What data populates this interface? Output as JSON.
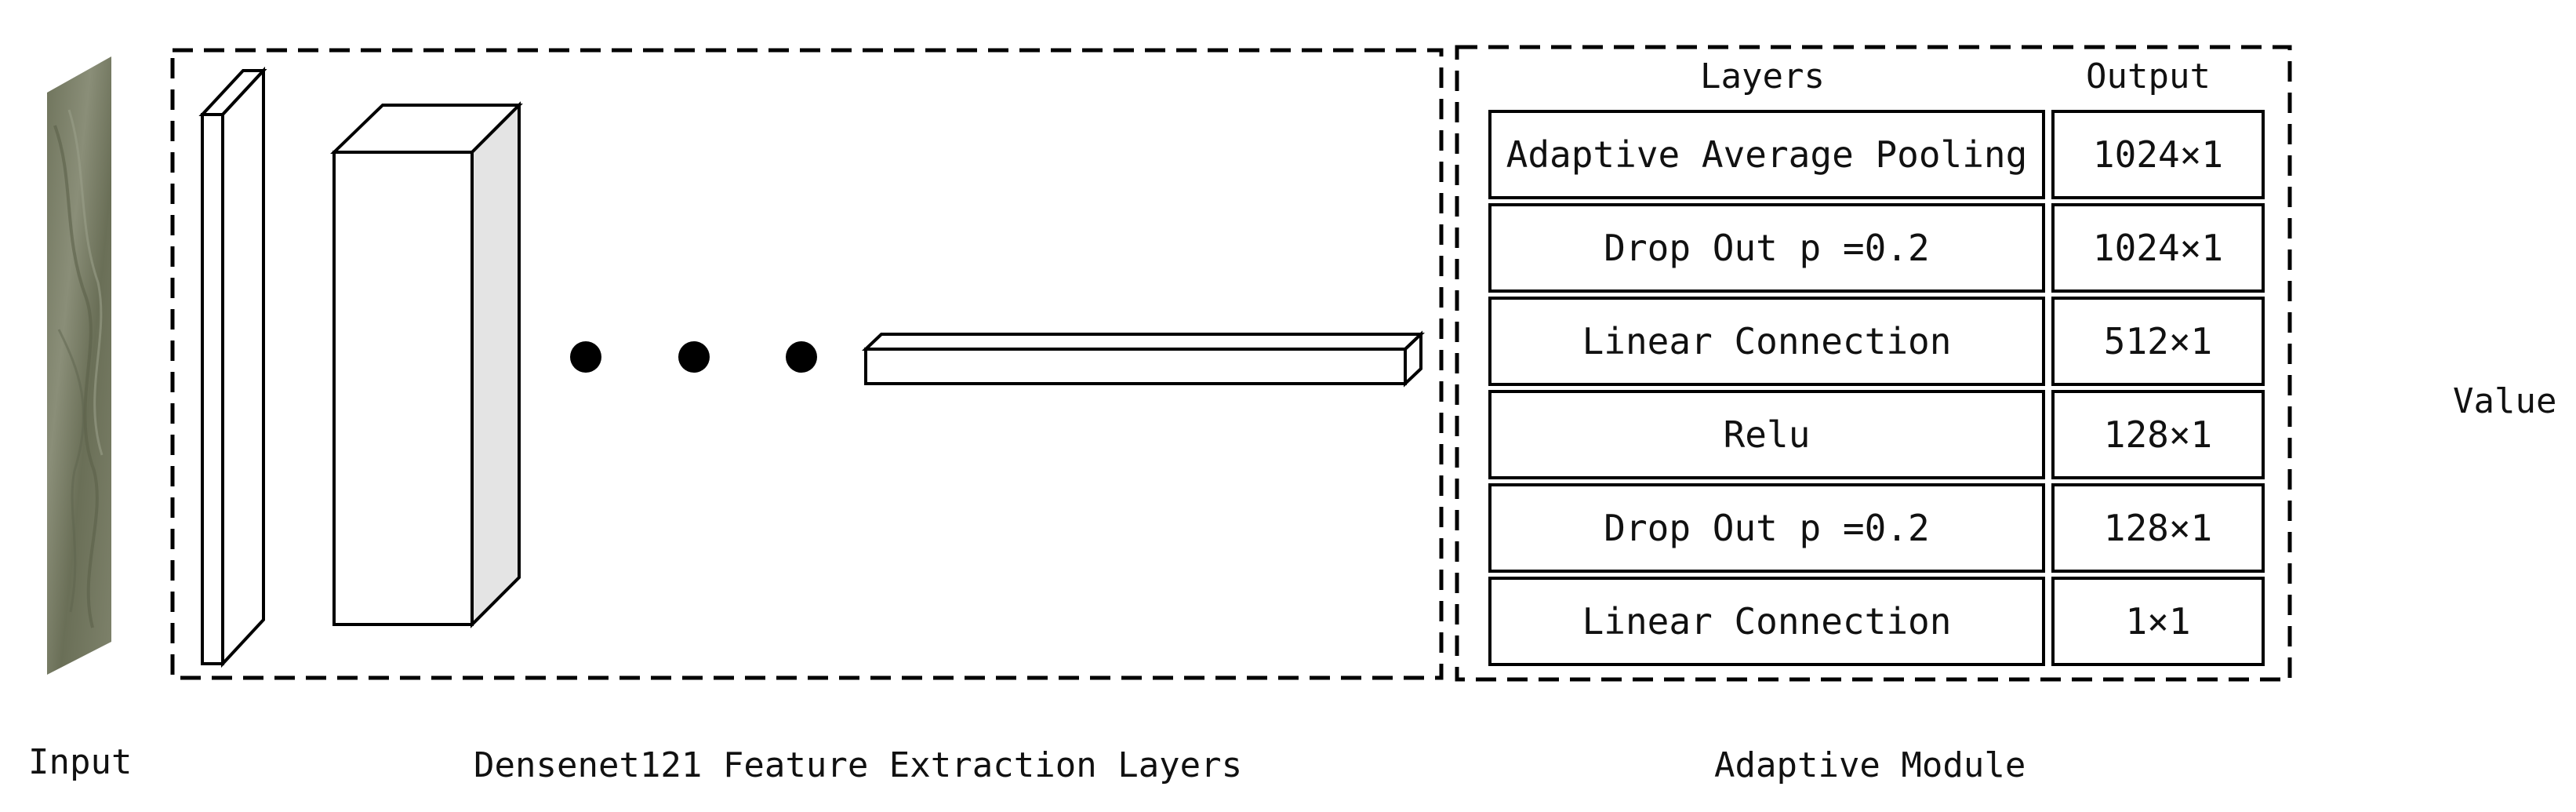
{
  "labels": {
    "input": "Input",
    "feature_module": "Densenet121 Feature Extraction Layers",
    "adaptive_module": "Adaptive Module",
    "output_value": "Value"
  },
  "table": {
    "headers": {
      "layers": "Layers",
      "output": "Output"
    },
    "rows": [
      {
        "layer": "Adaptive Average Pooling",
        "output": "1024×1"
      },
      {
        "layer": "Drop Out p =0.2",
        "output": "1024×1"
      },
      {
        "layer": "Linear Connection",
        "output": "512×1"
      },
      {
        "layer": "Relu",
        "output": "128×1"
      },
      {
        "layer": "Drop Out p =0.2",
        "output": "128×1"
      },
      {
        "layer": "Linear Connection",
        "output": "1×1"
      }
    ]
  },
  "colors": {
    "stroke": "#000000",
    "box_side": "#e4e4e4",
    "input_texture": "#747a62"
  }
}
